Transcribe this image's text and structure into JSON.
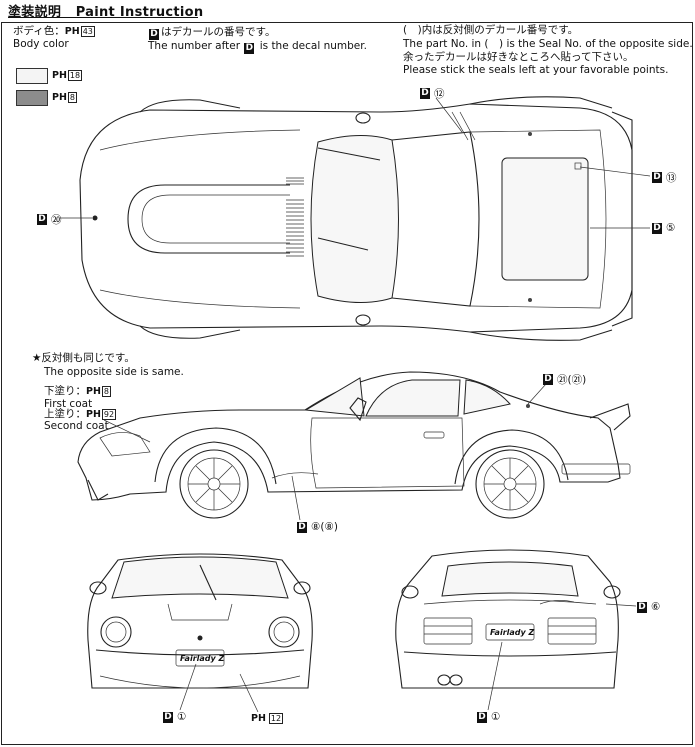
{
  "header": {
    "title_jp": "塗装説明",
    "title_en": "Paint Instruction"
  },
  "body_color": {
    "jp": "ボディ色：",
    "code": "PH",
    "num": "43",
    "en": "Body color"
  },
  "swatches": [
    {
      "code": "PH",
      "num": "18",
      "color": "#f4f4f4"
    },
    {
      "code": "PH",
      "num": "8",
      "color": "#8c8c8c"
    }
  ],
  "decal_note": {
    "badge": "D",
    "jp": "はデカールの番号です。",
    "en_pre": "The number after",
    "en_post": "is the decal number."
  },
  "seal_note": {
    "line1": "(　)内は反対側のデカール番号です。",
    "line2": "The part No. in (　) is the Seal No. of the opposite side.",
    "line3": "余ったデカールは好きなところへ貼って下さい。",
    "line4": "Please stick the seals left at your favorable points."
  },
  "same_note": {
    "jp": "★反対側も同じです。",
    "en": "The opposite side is same."
  },
  "coats": {
    "first_jp": "下塗り：",
    "first_code": "PH",
    "first_num": "8",
    "first_en": "First coat",
    "second_jp": "上塗り：",
    "second_code": "PH",
    "second_num": "92",
    "second_en": "Second coat"
  },
  "callouts": {
    "top_roof": {
      "badge": "D",
      "num": "⑫"
    },
    "top_rear_small": {
      "badge": "D",
      "num": "⑬"
    },
    "top_rear_window": {
      "badge": "D",
      "num": "⑤"
    },
    "top_front": {
      "badge": "D",
      "num": "⑳"
    },
    "side_rear": {
      "badge": "D",
      "num": "㉑(㉑)"
    },
    "side_bottom": {
      "badge": "D",
      "num": "⑧(⑧)"
    },
    "rear_side": {
      "badge": "D",
      "num": "⑥"
    },
    "front_plate": {
      "badge": "D",
      "num": "①"
    },
    "front_bumper": {
      "code": "PH",
      "num": "12"
    },
    "rear_plate": {
      "badge": "D",
      "num": "①"
    }
  },
  "plates": {
    "front": "Fairlady Z",
    "rear": "Fairlady Z"
  }
}
